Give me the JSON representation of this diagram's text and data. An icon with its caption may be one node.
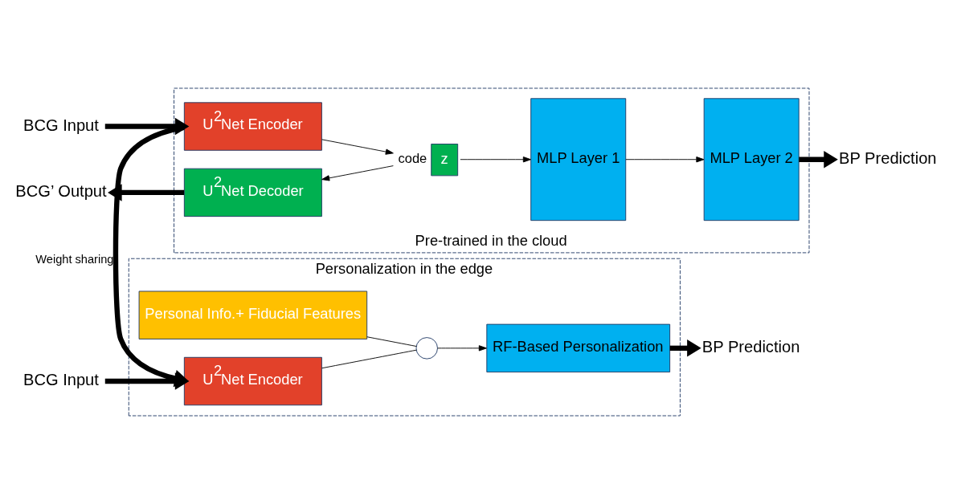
{
  "diagram": {
    "nodes": [
      {
        "text": [
          "Personalization in the edge"
        ]
      },
      {
        "text": [
          "Personal Info.+ Fiducial Features"
        ],
        "in": 0
      },
      {
        "text": [
          "U$^{2}$Net Encoder"
        ],
        "in": 0
      },
      {
        "text": [],
        "shape": "circle",
        "in": 0
      },
      {
        "text": [
          "RF-Based Personalization"
        ],
        "in": 0
      },
      {
        "text": [
          "BCG Input"
        ]
      },
      {
        "text": [
          "BP Prediction"
        ]
      },
      {
        "text": [
          "Pre-trained in the cloud"
        ]
      },
      {
        "text": [
          "U$^{2}$Net Encoder"
        ],
        "in": 7
      },
      {
        "text": [
          "z"
        ],
        "beside": [
          "code"
        ],
        "in": 7
      },
      {
        "text": [
          "U$^{2}$Net Decoder"
        ],
        "in": 7
      },
      {
        "text": [
          "MLP Layer 1"
        ],
        "in": 7
      },
      {
        "text": [
          "MLP Layer 2"
        ],
        "in": 7
      },
      {
        "text": [
          "BCG Input"
        ]
      },
      {
        "text": [
          "BCG’ Output"
        ]
      },
      {
        "text": [
          "BP Prediction"
        ]
      }
    ],
    "edges": [
      {
        "from": 1,
        "to": 3,
        "arrow": "none"
      },
      {
        "from": 2,
        "to": 3,
        "arrow": "none"
      },
      {
        "from": 3,
        "to": 4,
        "arrow": "to"
      },
      {
        "from": 4,
        "to": 6,
        "arrow": "to",
        "style": "thick"
      },
      {
        "from": 5,
        "to": 2,
        "arrow": "to",
        "style": "thick"
      },
      {
        "from": 8,
        "to": 2,
        "arrow": "to",
        "style": "thick",
        "label": "Weight sharing"
      },
      {
        "from": 13,
        "to": 8,
        "arrow": "to",
        "style": "thick"
      },
      {
        "from": 8,
        "to": 9,
        "arrow": "to"
      },
      {
        "from": 9,
        "to": 11,
        "arrow": "to"
      },
      {
        "from": 11,
        "to": 12,
        "arrow": "to"
      },
      {
        "from": 12,
        "to": 15,
        "arrow": "to",
        "style": "thick"
      },
      {
        "from": 9,
        "to": 10,
        "arrow": "to"
      },
      {
        "from": 10,
        "to": 14,
        "arrow": "to",
        "style": "thick"
      }
    ]
  }
}
